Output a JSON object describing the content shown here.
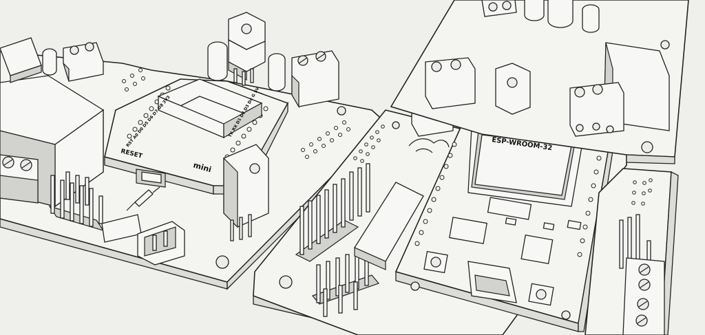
{
  "labels": {
    "esp_module": "ESP-WROOM-32",
    "wemos_reset": "RESET",
    "wemos_mini": "mini",
    "wemos_pins_right": "TX RX D1 D2 D3 D4 G 5V",
    "wemos_pins_left": "RST A0 D0 D5 D6 D7 D8 3V3"
  },
  "colors": {
    "paper": "#efefec",
    "line": "#222222"
  },
  "icons": [
    "terminal-block-icon",
    "voltage-regulator-icon",
    "capacitor-icon",
    "relay-icon",
    "pin-header-icon",
    "resistor-icon",
    "usb-port-icon"
  ]
}
